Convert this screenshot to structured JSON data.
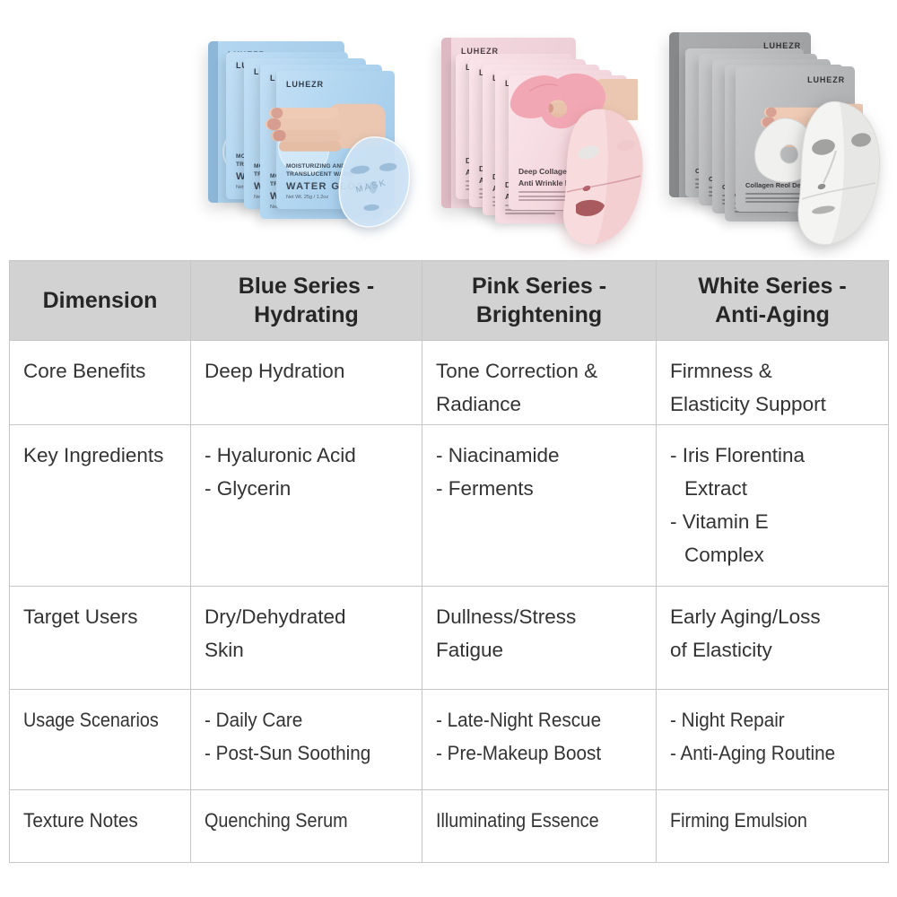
{
  "products": {
    "blue": {
      "series": "Blue Series - Hydrating",
      "brand": "LUHEZR",
      "front_lines": [
        "MOISTURIZING AND",
        "TRANSLUCENT WARM",
        "WATER GLOSS",
        "Net Wt. 25g / 1.2oz"
      ],
      "mask_watermark": "MASK",
      "colors": {
        "sachet": "#add3ef",
        "box": "#a3cbe9",
        "mask": "#cfe4f6"
      }
    },
    "pink": {
      "series": "Pink Series - Brightening",
      "brand": "LUHEZR",
      "front_lines": [
        "Deep Collagen",
        "Anti Wrinkle Lifting Ma"
      ],
      "colors": {
        "sachet": "#f4d8df",
        "box": "#eccdd6",
        "mask": "#f8dcdd",
        "drape": "#f2a7b4"
      }
    },
    "gray": {
      "series": "White Series - Anti-Aging",
      "brand": "LUHEZR",
      "front_lines": [
        "Collagen Reol Deep M"
      ],
      "colors": {
        "sachet": "#b6b7b9",
        "box": "#9d9ea0",
        "mask": "#f4f4f2"
      }
    }
  },
  "table": {
    "header": {
      "bg": "#d2d2d2",
      "columns": [
        {
          "lines": [
            "Dimension"
          ]
        },
        {
          "lines": [
            "Blue Series -",
            "Hydrating"
          ]
        },
        {
          "lines": [
            "Pink Series -",
            "Brightening"
          ]
        },
        {
          "lines": [
            "White Series -",
            "Anti-Aging"
          ]
        }
      ]
    },
    "rows": [
      {
        "label": "Core Benefits",
        "kind": "text",
        "cells": [
          [
            "Deep Hydration"
          ],
          [
            "Tone Correction &",
            "Radiance"
          ],
          [
            "Firmness &",
            "Elasticity Support"
          ]
        ]
      },
      {
        "label": "Key Ingredients",
        "kind": "list",
        "cells": [
          [
            "- Hyaluronic Acid",
            "- Glycerin"
          ],
          [
            "- Niacinamide",
            "- Ferments"
          ],
          [
            "- Iris Florentina",
            "Extract",
            "- Vitamin E",
            "Complex"
          ]
        ]
      },
      {
        "label": "Target Users",
        "kind": "text",
        "cells": [
          [
            "Dry/Dehydrated",
            "Skin"
          ],
          [
            "Dullness/Stress",
            "Fatigue"
          ],
          [
            "Early Aging/Loss",
            "of Elasticity"
          ]
        ]
      },
      {
        "label": "Usage Scenarios",
        "kind": "list",
        "cells": [
          [
            "- Daily Care",
            "- Post-Sun Soothing"
          ],
          [
            "- Late-Night Rescue",
            "- Pre-Makeup Boost"
          ],
          [
            "- Night Repair",
            "- Anti-Aging Routine"
          ]
        ]
      },
      {
        "label": "Texture Notes",
        "kind": "text",
        "cells": [
          [
            "Quenching Serum"
          ],
          [
            "Illuminating Essence"
          ],
          [
            "Firming Emulsion"
          ]
        ]
      }
    ]
  }
}
